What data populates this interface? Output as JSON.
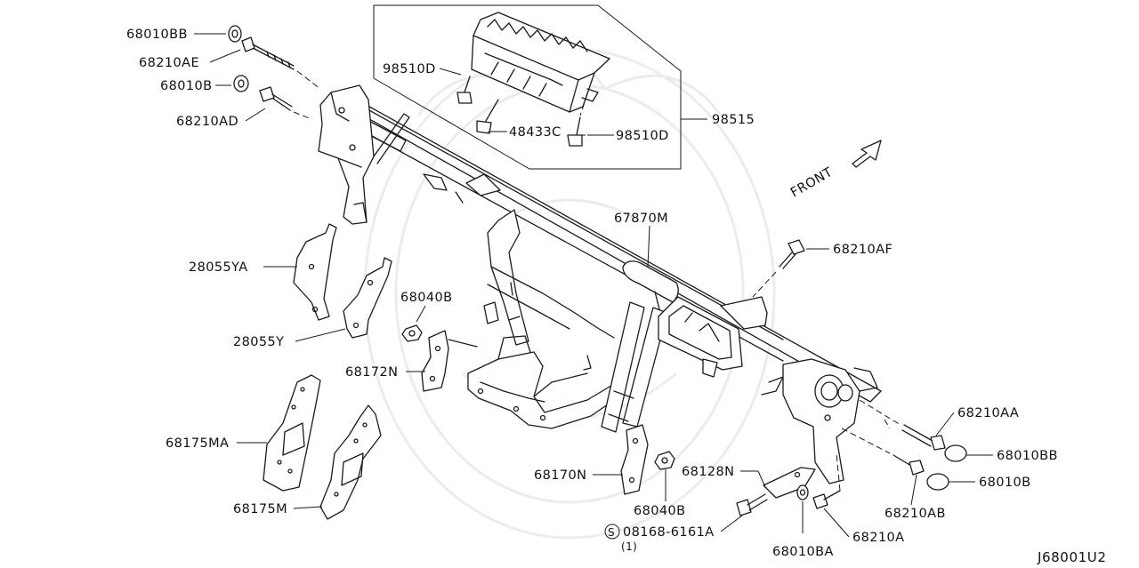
{
  "diagram": {
    "code": "J68001U2",
    "front_label": "FRONT",
    "labels": [
      {
        "id": "lbl-68010BB-top",
        "text": "68010BB"
      },
      {
        "id": "lbl-68210AE",
        "text": "68210AE"
      },
      {
        "id": "lbl-68010B-top",
        "text": "68010B"
      },
      {
        "id": "lbl-68210AD",
        "text": "68210AD"
      },
      {
        "id": "lbl-98510D-left",
        "text": "98510D"
      },
      {
        "id": "lbl-48433C",
        "text": "48433C"
      },
      {
        "id": "lbl-98510D-right",
        "text": "98510D"
      },
      {
        "id": "lbl-98515",
        "text": "98515"
      },
      {
        "id": "lbl-67870M",
        "text": "67870M"
      },
      {
        "id": "lbl-68210AF",
        "text": "68210AF"
      },
      {
        "id": "lbl-28055YA",
        "text": "28055YA"
      },
      {
        "id": "lbl-68040B-top",
        "text": "68040B"
      },
      {
        "id": "lbl-28055Y",
        "text": "28055Y"
      },
      {
        "id": "lbl-68172N",
        "text": "68172N"
      },
      {
        "id": "lbl-68175MA",
        "text": "68175MA"
      },
      {
        "id": "lbl-68175M",
        "text": "68175M"
      },
      {
        "id": "lbl-68170N",
        "text": "68170N"
      },
      {
        "id": "lbl-68040B-bottom",
        "text": "68040B"
      },
      {
        "id": "lbl-68128N",
        "text": "68128N"
      },
      {
        "id": "lbl-08168",
        "text": "08168-6161A"
      },
      {
        "id": "lbl-08168-qty",
        "text": "(1)"
      },
      {
        "id": "lbl-68010BA",
        "text": "68010BA"
      },
      {
        "id": "lbl-68210A",
        "text": "68210A"
      },
      {
        "id": "lbl-68210AB",
        "text": "68210AB"
      },
      {
        "id": "lbl-68210AA",
        "text": "68210AA"
      },
      {
        "id": "lbl-68010BB-right",
        "text": "68010BB"
      },
      {
        "id": "lbl-68010B-right",
        "text": "68010B"
      }
    ],
    "s_mark": "S"
  }
}
